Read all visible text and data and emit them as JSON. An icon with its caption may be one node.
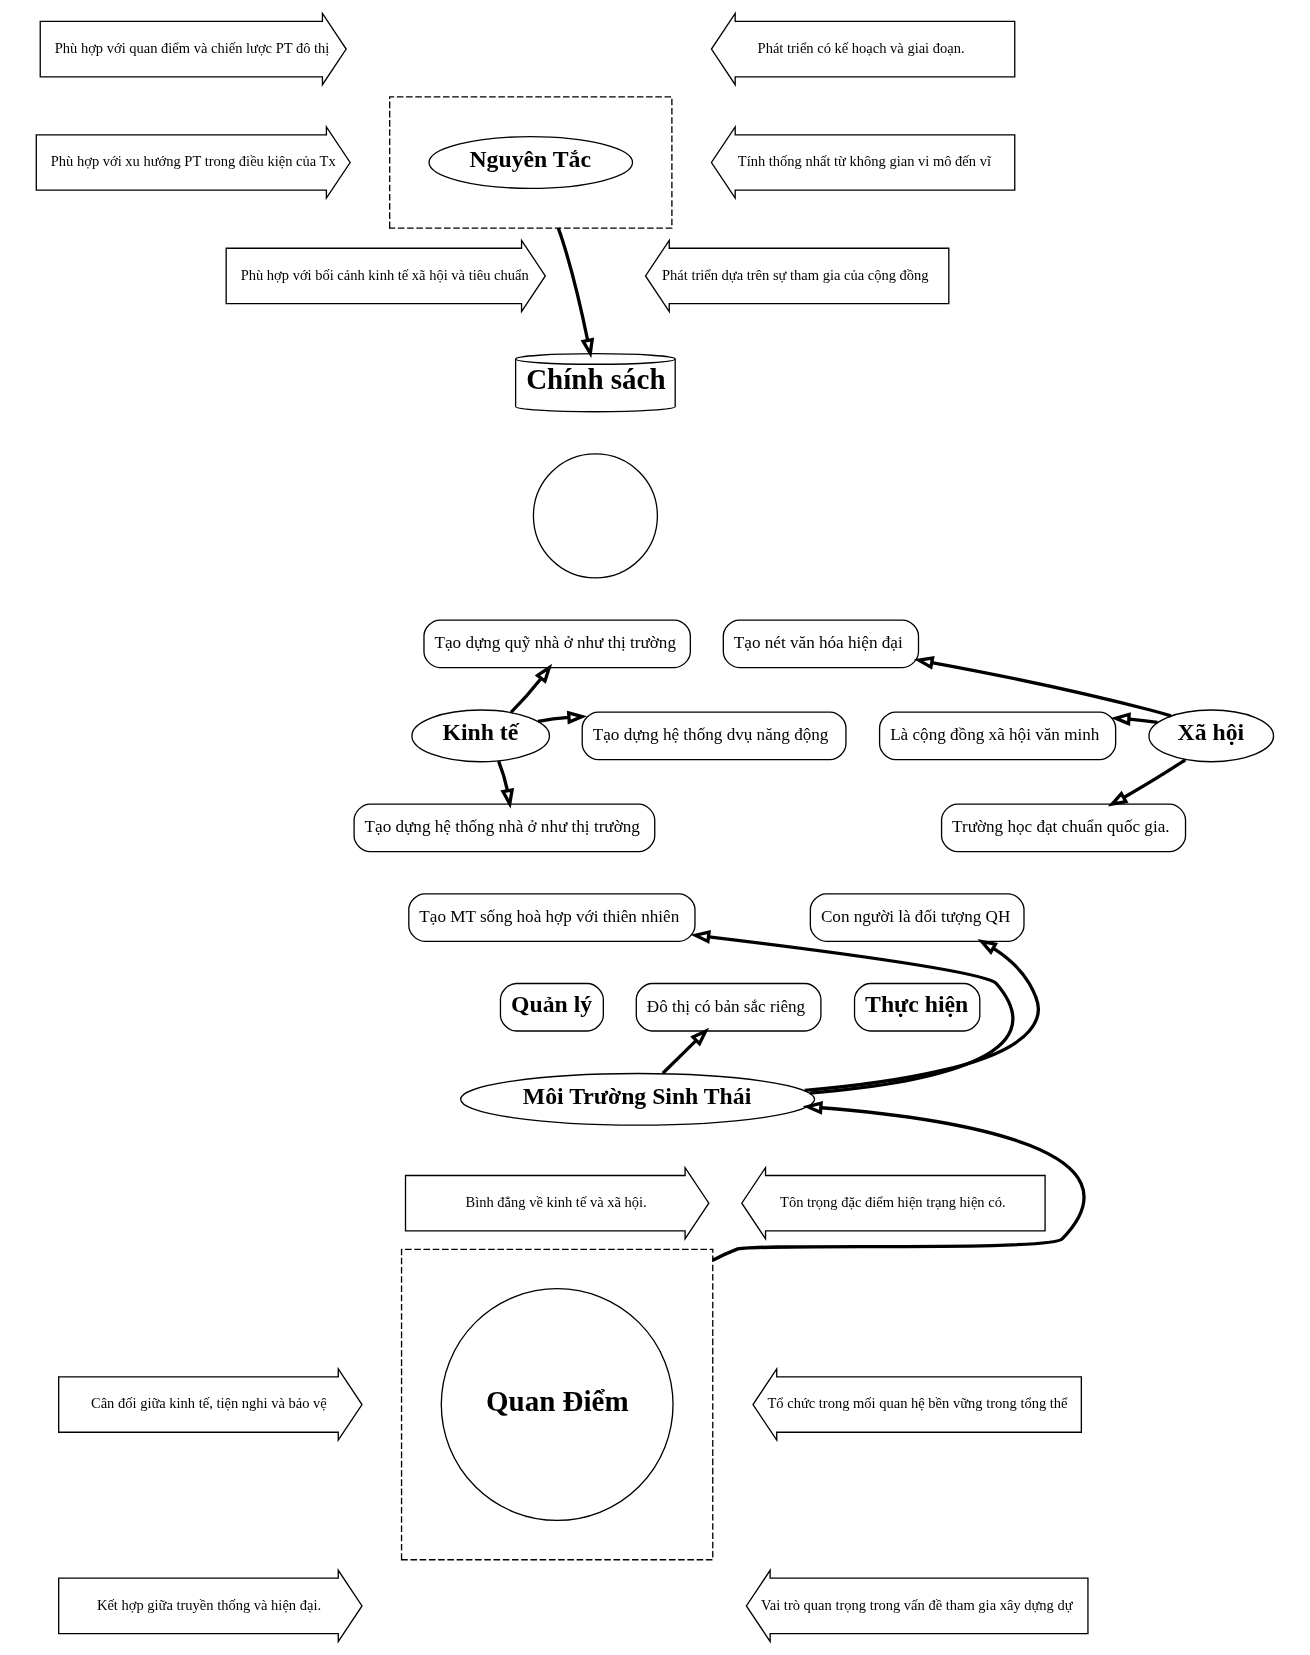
{
  "diagram": {
    "nodes": [
      {
        "text": [],
        "shape": "box"
      },
      {
        "text": [
          "Phù hợp với quan điểm và chiến lược PT đô thị"
        ]
      },
      {
        "text": [
          "Phù hợp với xu hướng PT trong điều kiện của Tx"
        ]
      },
      {
        "text": [
          "Phù hợp với bối cảnh kinh tế xã hội và tiêu chuẩn"
        ]
      },
      {
        "text": [
          "Nguyên Tắc"
        ],
        "in": 0
      },
      {
        "text": [
          "Phát triển có kế hoạch và giai đoạn."
        ]
      },
      {
        "text": [
          "Tính thống nhất từ không gian vi mô đến vĩ"
        ]
      },
      {
        "text": [
          "Phát triển dựa trên sự tham gia của cộng đồng"
        ]
      },
      {
        "text": [
          "Chính sách"
        ]
      },
      {
        "text": [],
        "shape": "circle"
      },
      {
        "text": [
          "Tạo dựng quỹ nhà ở như thị trường"
        ]
      },
      {
        "text": [
          "Tạo nét văn hóa hiện đại"
        ]
      },
      {
        "text": [
          "Kinh tế"
        ]
      },
      {
        "text": [
          "Tạo dựng hệ thống dvụ năng động"
        ]
      },
      {
        "text": [
          "Là cộng đồng xã hội văn minh"
        ]
      },
      {
        "text": [
          "Xã hội"
        ]
      },
      {
        "text": [
          "Tạo dựng hệ thống nhà ở như thị trường"
        ]
      },
      {
        "text": [
          "Trường học đạt chuẩn quốc gia."
        ]
      },
      {
        "text": [
          "Tạo MT sống hoà hợp với thiên nhiên"
        ]
      },
      {
        "text": [
          "Con người là đối tượng QH"
        ]
      },
      {
        "text": [
          "Quản lý"
        ]
      },
      {
        "text": [
          "Đô thị có bản sắc riêng"
        ]
      },
      {
        "text": [
          "Thực hiện"
        ]
      },
      {
        "text": [
          "Môi Trường Sinh Thái"
        ]
      },
      {
        "text": [],
        "shape": "box"
      },
      {
        "text": [
          "Bình đẳng về kinh tế và xã hội."
        ]
      },
      {
        "text": [
          "Cân đối giữa kinh tế, tiện nghi và bảo vệ"
        ]
      },
      {
        "text": [
          "Kết hợp giữa truyền thống và hiện đại."
        ]
      },
      {
        "text": [
          "Quan Điểm"
        ],
        "in": 24
      },
      {
        "text": [
          "Tôn trọng đặc điểm hiện trạng hiện có."
        ]
      },
      {
        "text": [
          "Tổ chức trong mối quan hệ bền vững trong tổng thể"
        ]
      },
      {
        "text": [
          "Vai trò quan trọng trong vấn đề tham gia xây dựng dự"
        ]
      }
    ],
    "edges": [
      {
        "from": 0,
        "to": 8,
        "arrow": "to"
      },
      {
        "from": 12,
        "to": 10,
        "arrow": "to"
      },
      {
        "from": 12,
        "to": 13,
        "arrow": "to"
      },
      {
        "from": 12,
        "to": 16,
        "arrow": "to"
      },
      {
        "from": 15,
        "to": 11,
        "arrow": "to"
      },
      {
        "from": 15,
        "to": 14,
        "arrow": "to"
      },
      {
        "from": 15,
        "to": 17,
        "arrow": "to"
      },
      {
        "from": 23,
        "to": 18,
        "arrow": "to"
      },
      {
        "from": 23,
        "to": 21,
        "arrow": "to"
      },
      {
        "from": 23,
        "to": 19,
        "arrow": "to"
      },
      {
        "from": 24,
        "to": 23,
        "arrow": "to"
      }
    ]
  }
}
